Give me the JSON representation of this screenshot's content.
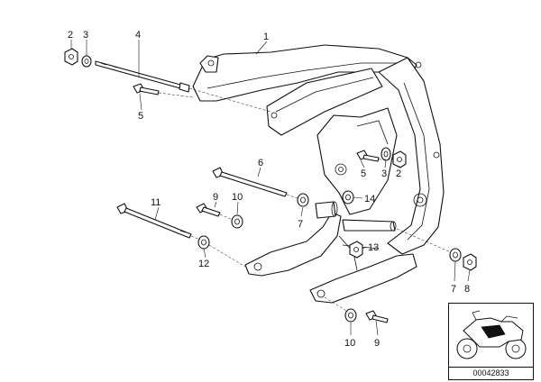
{
  "callouts": {
    "c1": "1",
    "c2a": "2",
    "c3a": "3",
    "c4": "4",
    "c5": "5",
    "c6": "6",
    "c5b": "5",
    "c3b": "3",
    "c2b": "2",
    "c9a": "9",
    "c10a": "10",
    "c14": "14",
    "c11": "11",
    "c7a": "7",
    "c13": "13",
    "c12": "12",
    "c7b": "7",
    "c8": "8",
    "c10b": "10",
    "c9b": "9"
  },
  "reference_number": "00042833",
  "thumbnail": {
    "icon": "motorcycle-icon"
  }
}
